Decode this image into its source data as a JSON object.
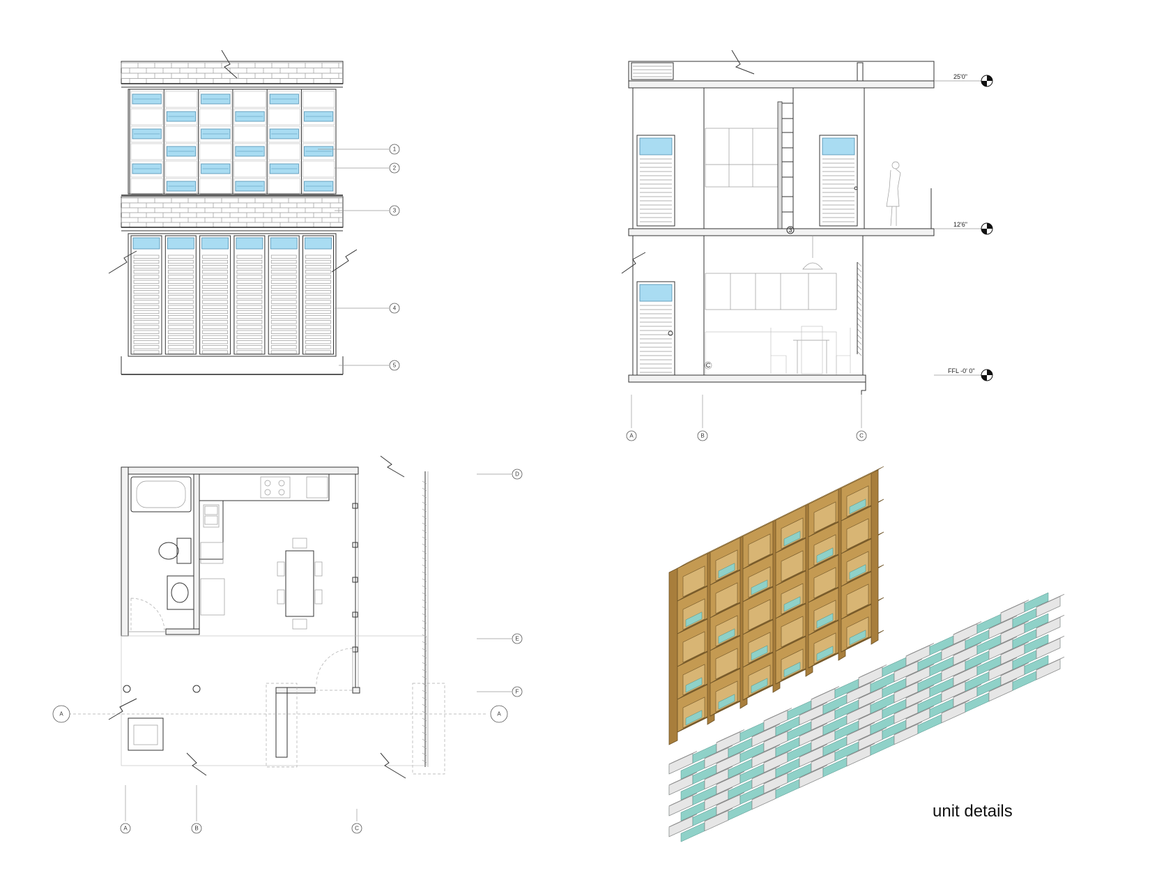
{
  "caption": "unit details",
  "elevation": {
    "callouts": [
      "1",
      "2",
      "3",
      "4",
      "5"
    ]
  },
  "section": {
    "levels": [
      "25'0\"",
      "12'6\"",
      "FFL -0' 0\""
    ],
    "grid_tags": [
      "A",
      "B",
      "C"
    ],
    "marker": "C"
  },
  "plan": {
    "grid_tags_bottom": [
      "A",
      "B",
      "C"
    ],
    "grid_tags_right": [
      "D",
      "E",
      "F"
    ],
    "section_marks": [
      "A",
      "A"
    ]
  },
  "colors": {
    "glass": "#a9dcf2",
    "wood": "#c49a52",
    "glass_block": "#8fd1c8"
  }
}
